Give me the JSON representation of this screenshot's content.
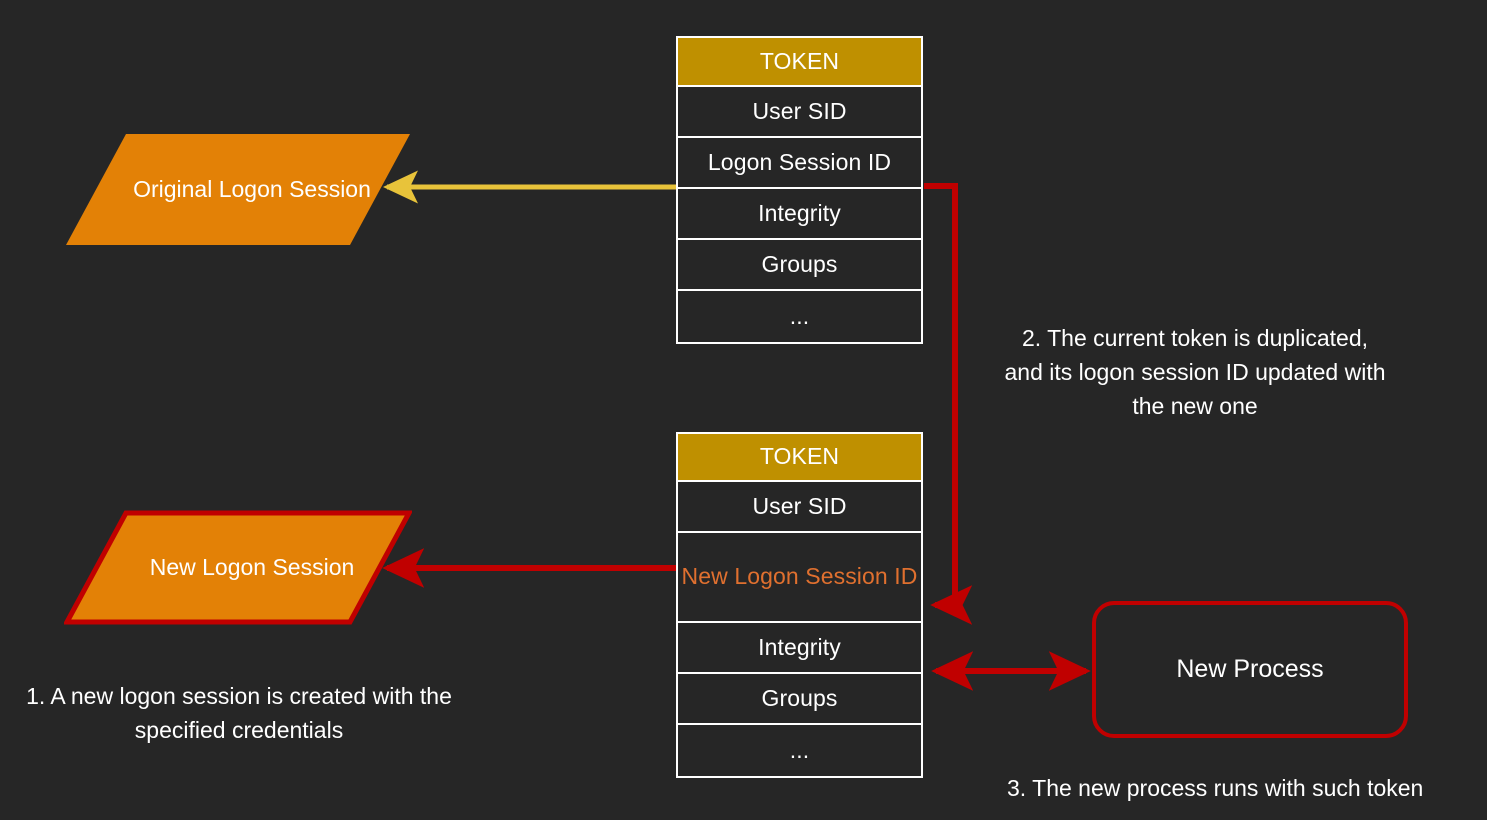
{
  "background_color": "#262626",
  "palette": {
    "token_header_gold": "#bf9000",
    "session_orange_fill": "#e38106",
    "highlight_orange_text": "#e0702f",
    "red_accent": "#c00000",
    "yellow_accent": "#e8c33a",
    "white": "#ffffff"
  },
  "tokens": {
    "original": {
      "name": "original-token",
      "rows": [
        {
          "label": "TOKEN",
          "kind": "header"
        },
        {
          "label": "User SID",
          "kind": "field"
        },
        {
          "label": "Logon Session ID",
          "kind": "field"
        },
        {
          "label": "Integrity",
          "kind": "field"
        },
        {
          "label": "Groups",
          "kind": "field"
        },
        {
          "label": "...",
          "kind": "field"
        }
      ]
    },
    "duplicated": {
      "name": "duplicated-token",
      "rows": [
        {
          "label": "TOKEN",
          "kind": "header"
        },
        {
          "label": "User SID",
          "kind": "field"
        },
        {
          "label": "New Logon Session ID",
          "kind": "highlight"
        },
        {
          "label": "Integrity",
          "kind": "field"
        },
        {
          "label": "Groups",
          "kind": "field"
        },
        {
          "label": "...",
          "kind": "field"
        }
      ]
    }
  },
  "shapes": {
    "original_session": {
      "label": "Original Logon Session",
      "fill": "#e38106",
      "stroke": "none"
    },
    "new_session": {
      "label": "New Logon Session",
      "fill": "#e38106",
      "stroke": "#c00000"
    },
    "new_process": {
      "label": "New Process",
      "fill": "#262626",
      "stroke": "#c00000"
    }
  },
  "captions": {
    "step1": "1. A new logon session is created with the specified credentials",
    "step2": "2. The current token is duplicated, and its logon session ID updated with the new one",
    "step3": "3. The new process runs with such token"
  },
  "connectors": [
    {
      "name": "original-session-link",
      "color": "#e8c33a",
      "from": "original-token.logon-session-id",
      "to": "original-logon-session",
      "heads": "single"
    },
    {
      "name": "token-duplication-link",
      "color": "#c00000",
      "from": "original-token.logon-session-id",
      "to": "duplicated-token.new-logon-session-id",
      "heads": "single"
    },
    {
      "name": "new-session-link",
      "color": "#c00000",
      "from": "duplicated-token.new-logon-session-id",
      "to": "new-logon-session",
      "heads": "single"
    },
    {
      "name": "process-token-link",
      "color": "#c00000",
      "from": "duplicated-token",
      "to": "new-process",
      "heads": "double"
    }
  ]
}
